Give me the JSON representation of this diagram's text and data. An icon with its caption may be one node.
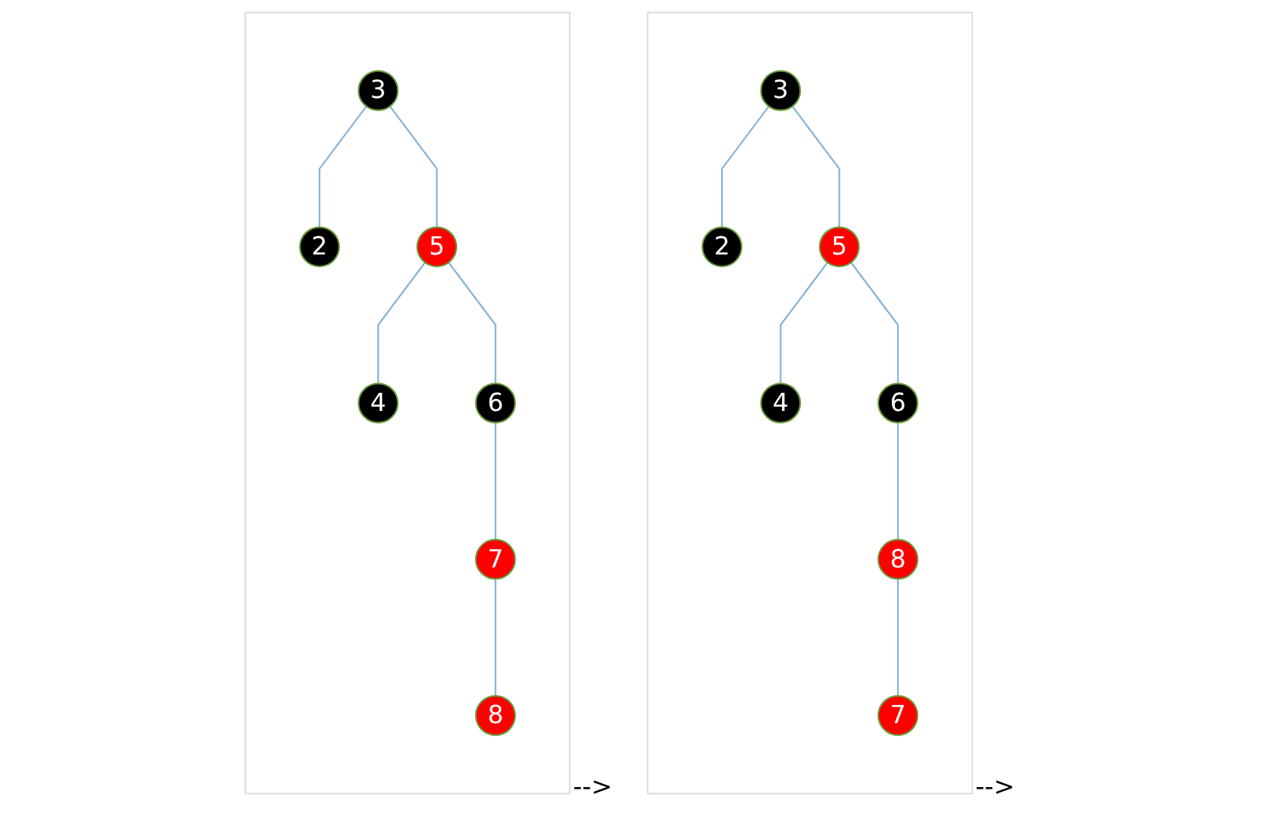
{
  "diagram": {
    "nodes": [
      {
        "text": [],
        "shape": "box"
      },
      {
        "text": [
          "3"
        ],
        "in": 0
      },
      {
        "text": [
          "2"
        ],
        "in": 0
      },
      {
        "text": [
          "5"
        ],
        "in": 0
      },
      {
        "text": [
          "4"
        ],
        "in": 0
      },
      {
        "text": [
          "6"
        ],
        "in": 0
      },
      {
        "text": [
          "8"
        ],
        "in": 0
      },
      {
        "text": [
          "7"
        ],
        "in": 0
      },
      {
        "text": [],
        "shape": "box"
      },
      {
        "text": [
          "3"
        ],
        "in": 8
      },
      {
        "text": [
          "2"
        ],
        "in": 8
      },
      {
        "text": [
          "5"
        ],
        "in": 8
      },
      {
        "text": [
          "4"
        ],
        "in": 8
      },
      {
        "text": [
          "6"
        ],
        "in": 8
      },
      {
        "text": [
          "7"
        ],
        "in": 8
      },
      {
        "text": [
          "8"
        ],
        "in": 8
      }
    ],
    "edges": [
      {
        "from": 1,
        "to": 2,
        "arrow": "none"
      },
      {
        "from": 1,
        "to": 3,
        "arrow": "none"
      },
      {
        "from": 3,
        "to": 4,
        "arrow": "none"
      },
      {
        "from": 3,
        "to": 5,
        "arrow": "none"
      },
      {
        "from": 5,
        "to": 6,
        "arrow": "none"
      },
      {
        "from": 6,
        "to": 7,
        "arrow": "none"
      },
      {
        "from": 9,
        "to": 10,
        "arrow": "none"
      },
      {
        "from": 9,
        "to": 11,
        "arrow": "none"
      },
      {
        "from": 11,
        "to": 12,
        "arrow": "none"
      },
      {
        "from": 11,
        "to": 13,
        "arrow": "none"
      },
      {
        "from": 13,
        "to": 14,
        "arrow": "none"
      },
      {
        "from": 14,
        "to": 15,
        "arrow": "none"
      }
    ],
    "labels": [
      "-->",
      "-->"
    ]
  }
}
